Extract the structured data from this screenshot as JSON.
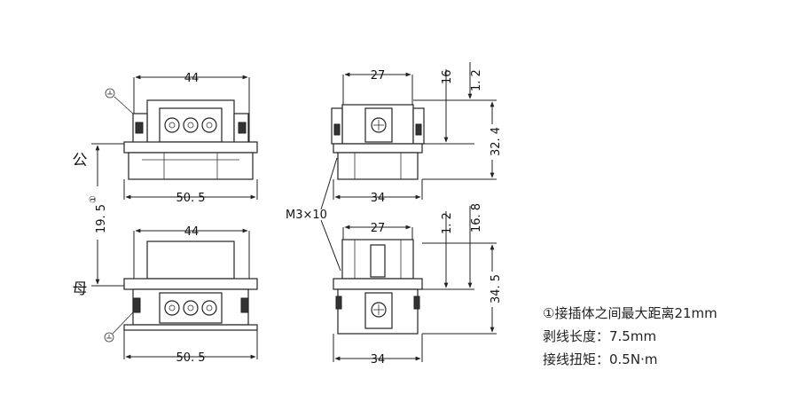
{
  "labels": {
    "male": "公",
    "female": "母",
    "top_left_width": "44",
    "top_left_base": "50. 5",
    "bottom_left_width": "44",
    "bottom_left_base": "50. 5",
    "left_height": "19. 5",
    "left_height_note": "①",
    "top_right_width": "27",
    "top_right_base": "34",
    "top_right_h1": "16",
    "top_right_h2": "1. 2",
    "top_right_h3": "32. 4",
    "screw": "M3×10",
    "bottom_right_width": "27",
    "bottom_right_base": "34",
    "bottom_right_h1": "1. 2",
    "bottom_right_h2": "16. 8",
    "bottom_right_h3": "34. 5"
  },
  "notes": [
    "①接插体之间最大距离21mm",
    "剥线长度：7.5mm",
    "接线扭矩：0.5N·m"
  ],
  "icons": [
    "ground-symbol-icon",
    "ground-symbol-icon"
  ]
}
